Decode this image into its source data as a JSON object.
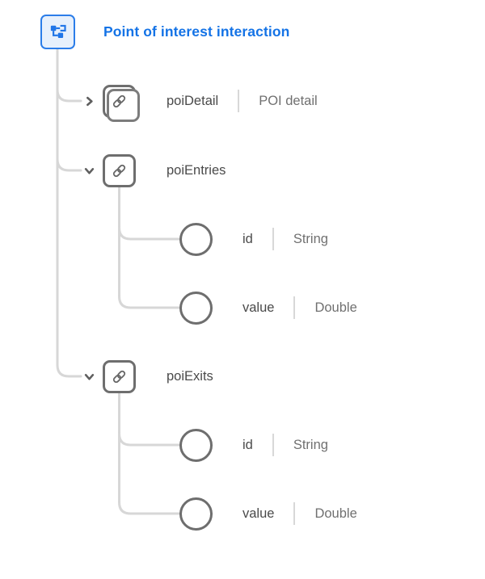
{
  "colors": {
    "accent_blue": "#2176E8",
    "title_blue": "#1473E6",
    "node_border_gray": "#6E6E6E",
    "connector_gray": "#D7D7D7",
    "label_gray": "#4A4A4A",
    "type_gray": "#707070"
  },
  "root": {
    "title": "Point of interest interaction"
  },
  "tree": {
    "nodes": [
      {
        "name": "poiDetail",
        "display_name": "POI detail",
        "kind": "object-array",
        "state": "collapsed",
        "children": []
      },
      {
        "name": "poiEntries",
        "kind": "object",
        "state": "expanded",
        "children": [
          {
            "name": "id",
            "type": "String"
          },
          {
            "name": "value",
            "type": "Double"
          }
        ]
      },
      {
        "name": "poiExits",
        "kind": "object",
        "state": "expanded",
        "children": [
          {
            "name": "id",
            "type": "String"
          },
          {
            "name": "value",
            "type": "Double"
          }
        ]
      }
    ]
  }
}
